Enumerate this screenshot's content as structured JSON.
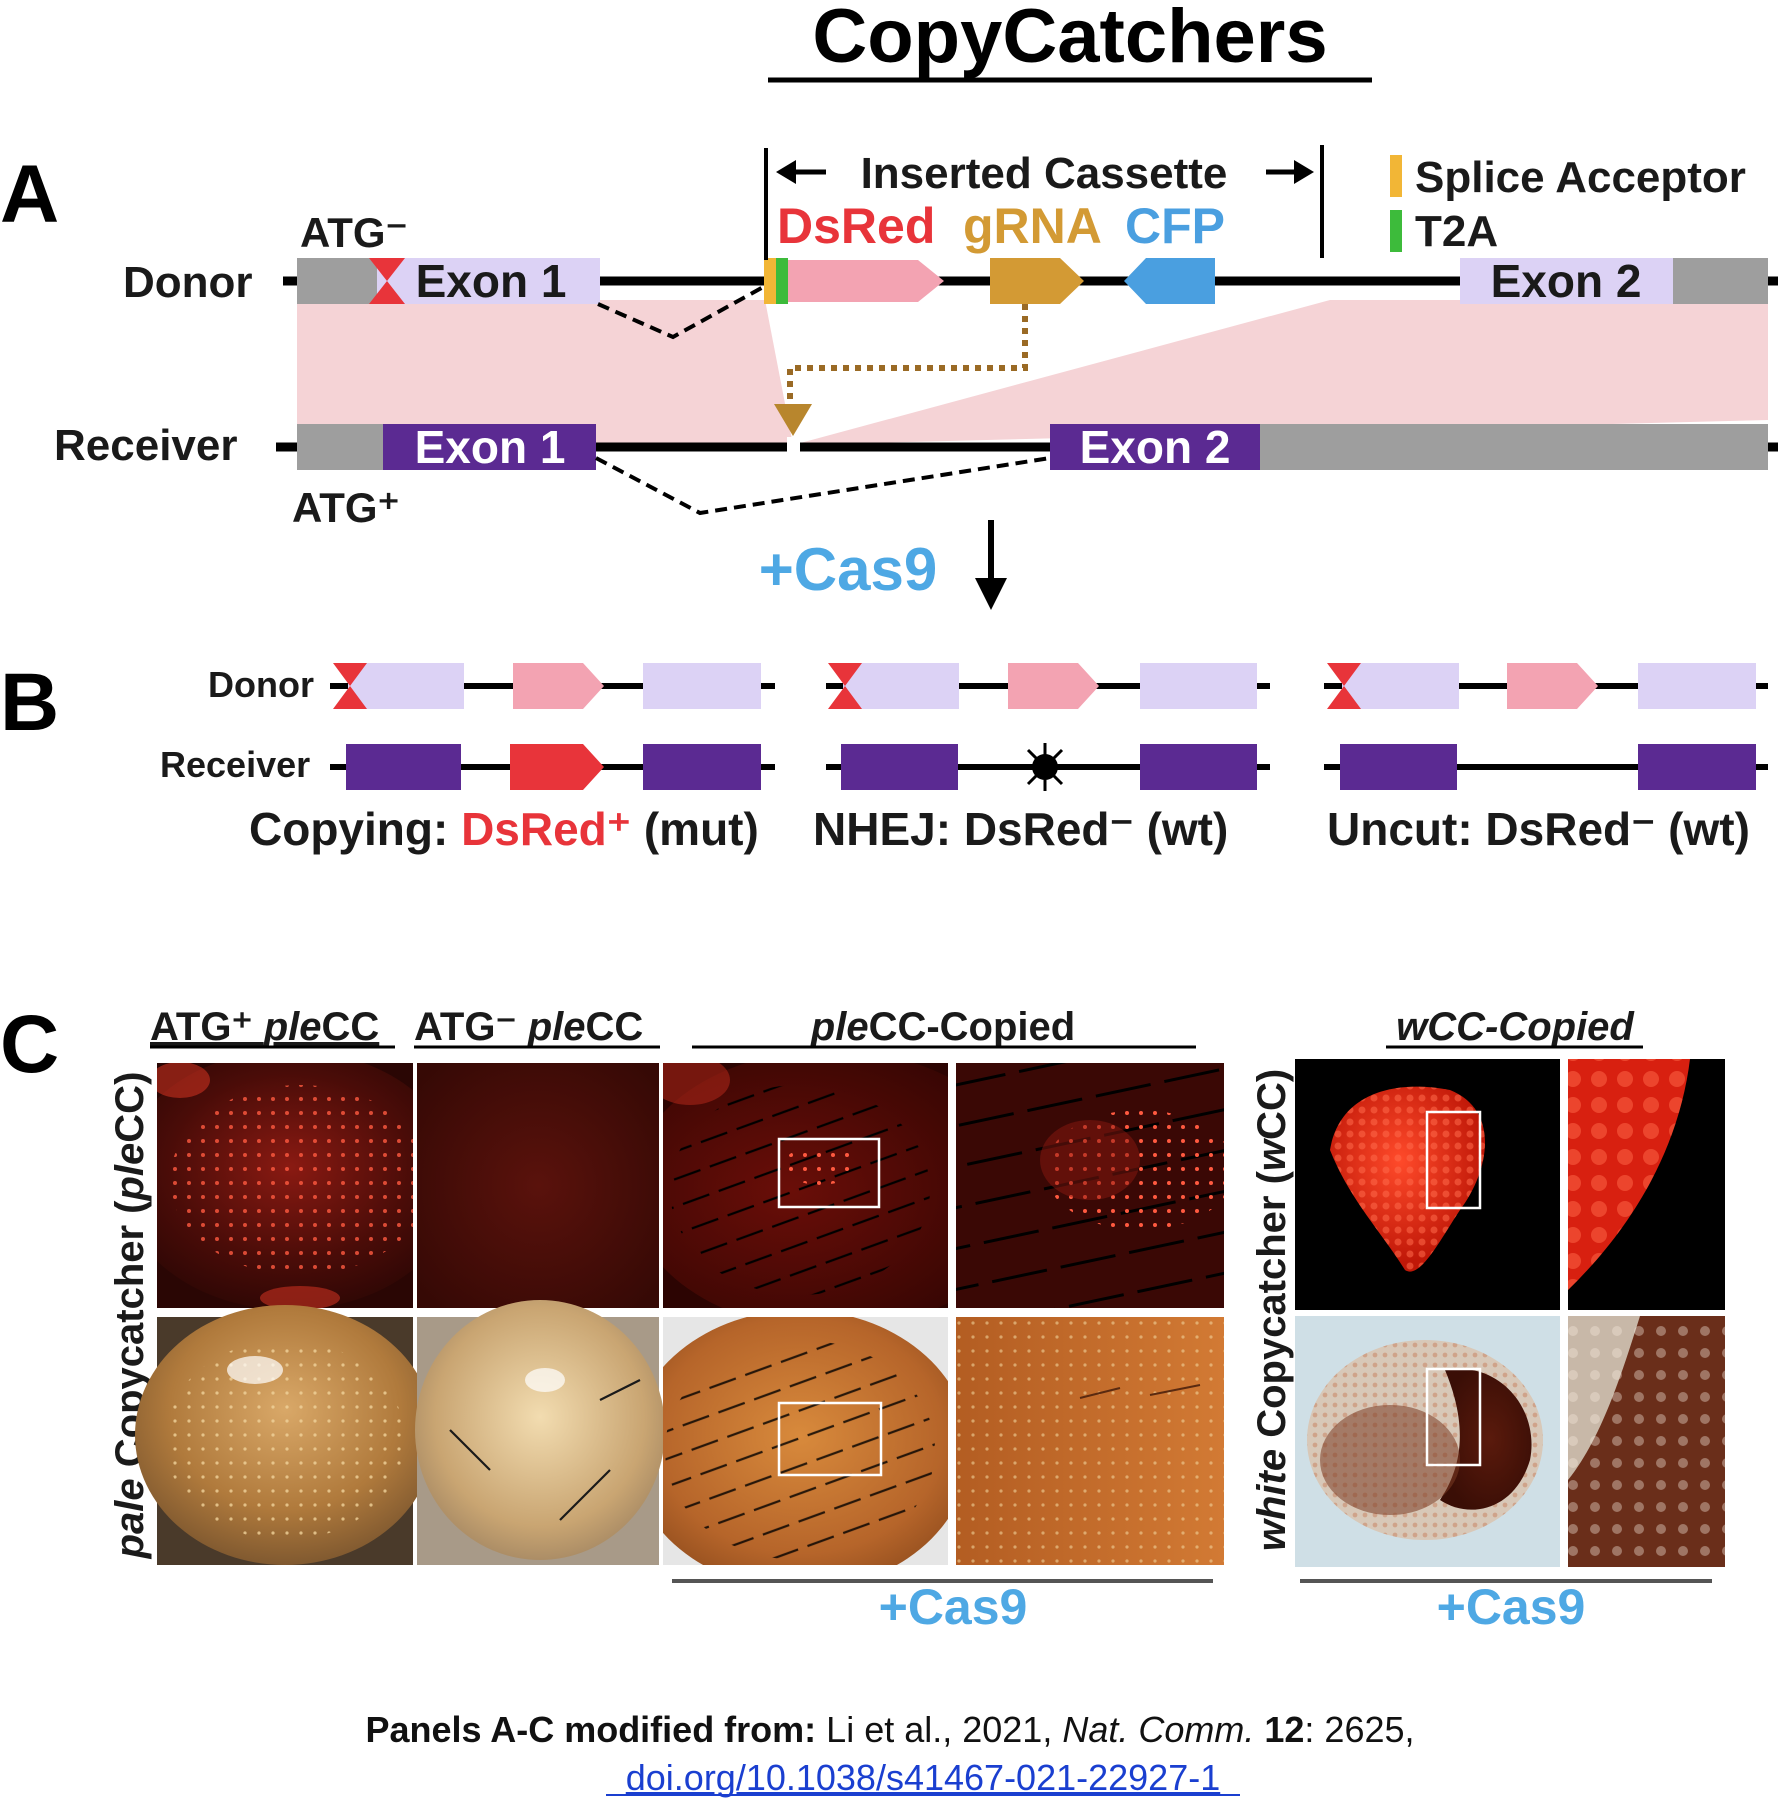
{
  "title": "CopyCatchers",
  "colors": {
    "black": "#000000",
    "gray": "#9e9e9e",
    "pink_band": "#f5d3d6",
    "lavender": "#dcd2f5",
    "purple": "#5b2a92",
    "dsred": "#e8343a",
    "dsred_pink": "#f3a3b2",
    "grna": "#d39a34",
    "cfp": "#4a9fe0",
    "splice": "#f2b636",
    "t2a": "#3dbb3b",
    "cas9": "#4ea8e4",
    "link": "#1a3fd0"
  },
  "panelA": {
    "letter": "A",
    "atg_minus": "ATG⁻",
    "atg_plus": "ATG⁺",
    "donor_label": "Donor",
    "receiver_label": "Receiver",
    "exon1": "Exon 1",
    "exon2": "Exon 2",
    "cassette_label": "Inserted Cassette",
    "dsred": "DsRed",
    "grna": "gRNA",
    "cfp": "CFP",
    "legend": [
      {
        "label": "Splice Acceptor",
        "color": "#f2b636"
      },
      {
        "label": "T2A",
        "color": "#3dbb3b"
      }
    ],
    "cas9": "+Cas9"
  },
  "panelB": {
    "letter": "B",
    "donor_label": "Donor",
    "receiver_label": "Receiver",
    "outcomes": [
      {
        "prefix": "Copying: ",
        "marker": "DsRed⁺",
        "suffix": " (mut)"
      },
      {
        "prefix": "NHEJ: ",
        "marker": "DsRed⁻",
        "suffix": " (wt)"
      },
      {
        "prefix": "Uncut: ",
        "marker": "DsRed⁻",
        "suffix": " (wt)"
      }
    ]
  },
  "panelC": {
    "letter": "C",
    "col_atg_plus": {
      "sup": "ATG⁺ ",
      "italic": "ple",
      "rest": "CC"
    },
    "col_atg_minus": {
      "sup": "ATG⁻ ",
      "italic": "ple",
      "rest": "CC"
    },
    "col_ple_copied": {
      "italic": "ple",
      "rest": "CC-Copied"
    },
    "col_w_copied": "wCC-Copied",
    "side_left": {
      "italic": "pale",
      "rest": " Copycatcher (",
      "italic2": "ple",
      "end": "CC)"
    },
    "side_right": {
      "italic": "white",
      "rest": " Copycatcher (",
      "italic2": "w",
      "end": "CC)"
    },
    "cas9_left": "+Cas9",
    "cas9_right": "+Cas9"
  },
  "citation": {
    "bold": "Panels A-C modified from:",
    "authors": " Li et al., 2021, ",
    "journal": "Nat. Comm.",
    "volume": " 12",
    "pages": ": 2625,",
    "doi": "doi.org/10.1038/s41467-021-22927-1"
  }
}
